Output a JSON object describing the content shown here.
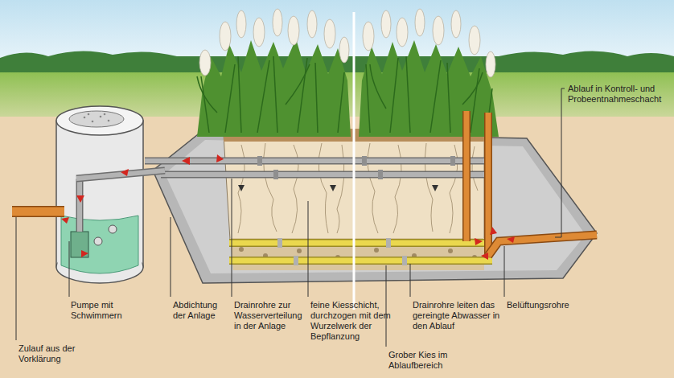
{
  "diagram": {
    "labels": [
      "Ablauf in Kontroll- und Probeentnahmeschacht",
      "Pumpe mit Schwimmern",
      "Zulauf aus der Vorklärung",
      "Abdichtung der Anlage",
      "Drainrohre zur Wasserverteilung in der Anlage",
      "feine Kiesschicht, durchzogen mit dem Wurzelwerk der Bepflanzung",
      "Grober Kies im Ablaufbereich",
      "Drainrohre leiten das gereingte Abwasser in den Ablauf",
      "Belüftungsrohre"
    ]
  }
}
